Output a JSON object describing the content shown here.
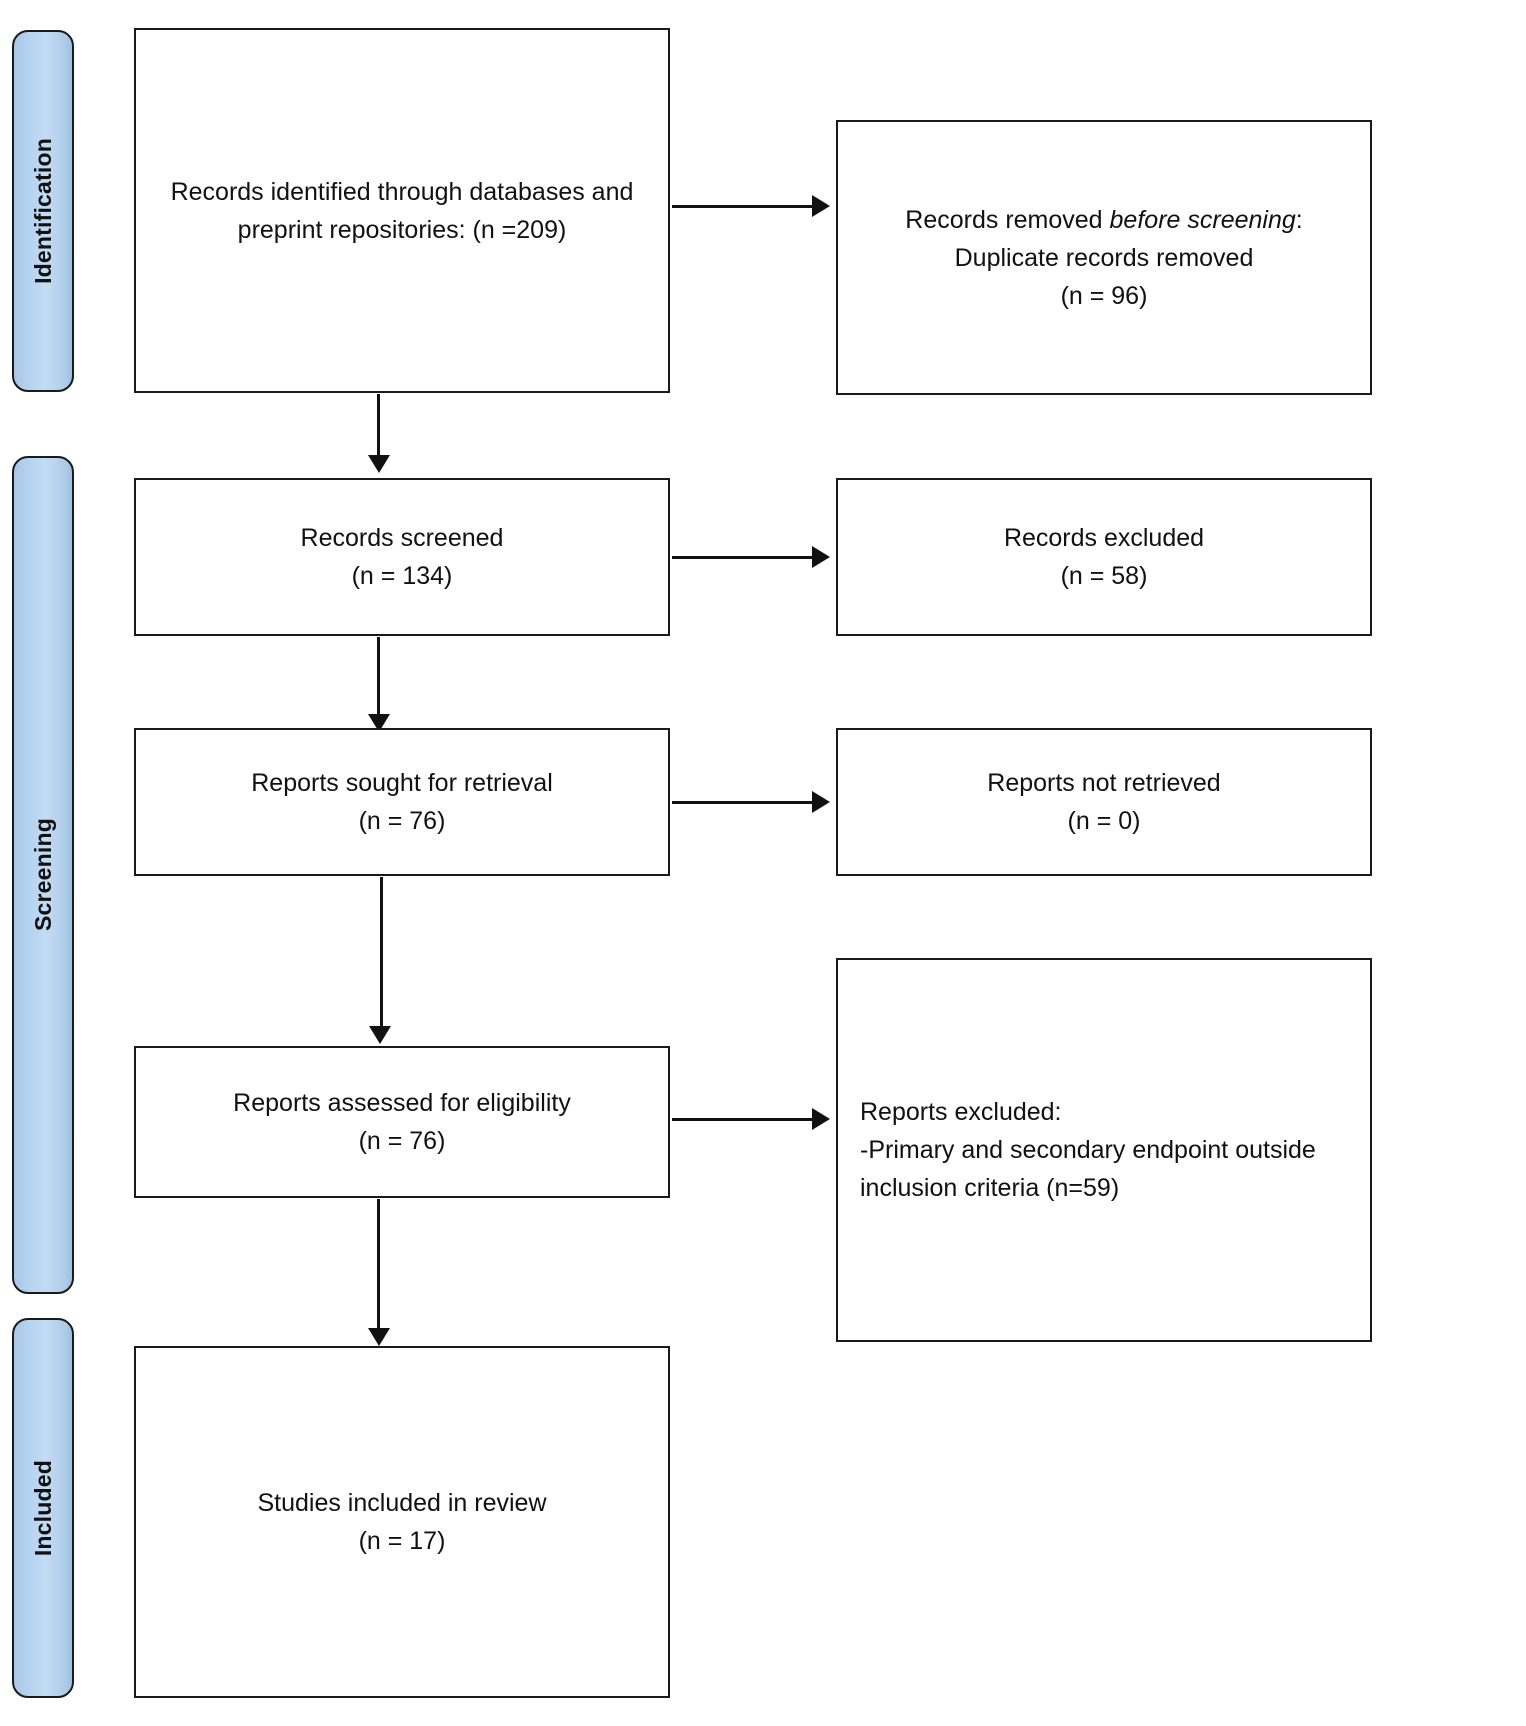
{
  "diagram": {
    "title": "PRISMA flow diagram",
    "accent_color": "#b7d3ef",
    "border_color": "#1a1a1a",
    "text_color": "#111111"
  },
  "stages": [
    {
      "id": "identification",
      "label": "Identification"
    },
    {
      "id": "screening",
      "label": "Screening"
    },
    {
      "id": "included",
      "label": "Included"
    }
  ],
  "boxes": {
    "identified": {
      "line1": "Records identified through databases and",
      "line2": "preprint repositories: (n =209)"
    },
    "removed_before_screening": {
      "line1_plain": "Records removed ",
      "line1_italic": "before screening",
      "line1_tail": ":",
      "line2": "Duplicate records removed",
      "line3": "(n = 96)"
    },
    "records_screened": {
      "line1": "Records screened",
      "line2": "(n = 134)"
    },
    "records_excluded": {
      "line1": "Records excluded",
      "line2": "(n = 58)"
    },
    "reports_sought": {
      "line1": "Reports sought for retrieval",
      "line2": "(n = 76)"
    },
    "reports_not_retrieved": {
      "line1": "Reports not retrieved",
      "line2": "(n = 0)"
    },
    "reports_assessed": {
      "line1": "Reports assessed for eligibility",
      "line2": "(n = 76)"
    },
    "reports_excluded": {
      "line1": "Reports excluded:",
      "line2": "-Primary and secondary endpoint outside",
      "line3": "inclusion criteria (n=59)"
    },
    "studies_included": {
      "line1": "Studies included in review",
      "line2": "(n = 17)"
    }
  },
  "chart_data": {
    "type": "diagram",
    "title": "PRISMA flow diagram",
    "nodes": [
      {
        "id": "identified",
        "stage": "Identification",
        "label": "Records identified through databases and preprint repositories",
        "n": 209
      },
      {
        "id": "removed_before_screening",
        "stage": "Identification",
        "label": "Records removed before screening: Duplicate records removed",
        "n": 96
      },
      {
        "id": "records_screened",
        "stage": "Screening",
        "label": "Records screened",
        "n": 134
      },
      {
        "id": "records_excluded",
        "stage": "Screening",
        "label": "Records excluded",
        "n": 58
      },
      {
        "id": "reports_sought",
        "stage": "Screening",
        "label": "Reports sought for retrieval",
        "n": 76
      },
      {
        "id": "reports_not_retrieved",
        "stage": "Screening",
        "label": "Reports not retrieved",
        "n": 0
      },
      {
        "id": "reports_assessed",
        "stage": "Screening",
        "label": "Reports assessed for eligibility",
        "n": 76
      },
      {
        "id": "reports_excluded",
        "stage": "Screening",
        "label": "Reports excluded: -Primary and secondary endpoint outside inclusion criteria",
        "n": 59
      },
      {
        "id": "studies_included",
        "stage": "Included",
        "label": "Studies included in review",
        "n": 17
      }
    ],
    "edges": [
      {
        "from": "identified",
        "to": "removed_before_screening",
        "direction": "right"
      },
      {
        "from": "identified",
        "to": "records_screened",
        "direction": "down"
      },
      {
        "from": "records_screened",
        "to": "records_excluded",
        "direction": "right"
      },
      {
        "from": "records_screened",
        "to": "reports_sought",
        "direction": "down"
      },
      {
        "from": "reports_sought",
        "to": "reports_not_retrieved",
        "direction": "right"
      },
      {
        "from": "reports_sought",
        "to": "reports_assessed",
        "direction": "down"
      },
      {
        "from": "reports_assessed",
        "to": "reports_excluded",
        "direction": "right"
      },
      {
        "from": "reports_assessed",
        "to": "studies_included",
        "direction": "down"
      }
    ]
  }
}
